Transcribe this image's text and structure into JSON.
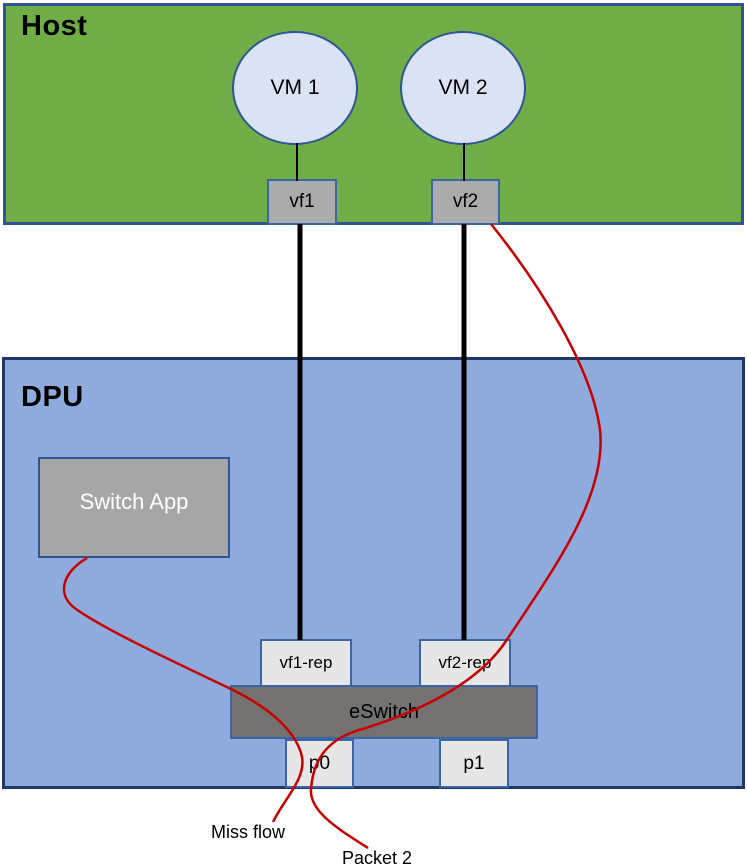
{
  "host": {
    "label": "Host",
    "vms": [
      {
        "label": "VM 1"
      },
      {
        "label": "VM 2"
      }
    ],
    "vfs": [
      {
        "label": "vf1"
      },
      {
        "label": "vf2"
      }
    ]
  },
  "dpu": {
    "label": "DPU",
    "switch_app_label": "Switch App",
    "reps": [
      {
        "label": "vf1-rep"
      },
      {
        "label": "vf2-rep"
      }
    ],
    "eswitch_label": "eSwitch",
    "ports": [
      {
        "label": "p0"
      },
      {
        "label": "p1"
      }
    ]
  },
  "annotations": {
    "miss_flow": "Miss flow",
    "packet_2": "Packet 2"
  },
  "colors": {
    "host_fill": "#70AD47",
    "host_border": "#2F5597",
    "dpu_fill": "#8FAADC",
    "dpu_border": "#1F3864",
    "vm_fill": "#DAE3F3",
    "vm_border": "#2F5597",
    "vf_fill": "#ABABAB",
    "box_border": "#3B66A5",
    "rep_fill": "#E7E6E6",
    "eswitch_fill": "#767171",
    "switch_app_fill": "#A6A6A6",
    "flow_line": "#C80000",
    "wire": "#000000"
  }
}
